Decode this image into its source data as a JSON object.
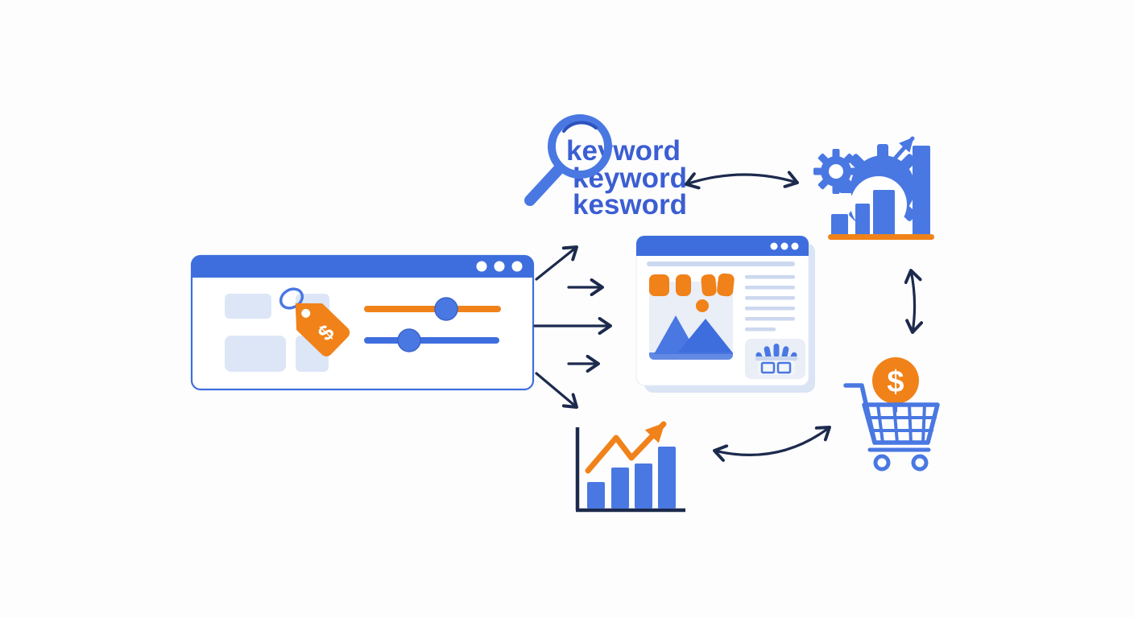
{
  "colors": {
    "blue": "#3e6edd",
    "blue2": "#4a78e2",
    "navy": "#1c2a4d",
    "orange": "#f08219",
    "lightblue": "#dce6f7",
    "lightblue2": "#e9eef7",
    "lineblue": "#ccd8ef",
    "textblue": "#3b5ed2",
    "background": "#fdfdfe",
    "shadow": "#dbe4f5"
  },
  "keyword_icon": {
    "line1": "keyword",
    "line2": "keyword",
    "line3": "kesword"
  },
  "price_tag": {
    "symbol": "$"
  },
  "coin": {
    "symbol": "$"
  }
}
